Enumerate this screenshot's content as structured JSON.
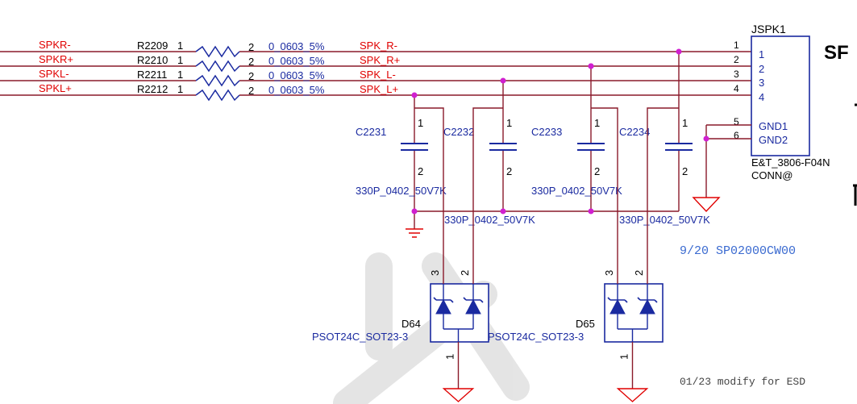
{
  "nets": [
    {
      "name": "SPKR-",
      "resistor": "R2209",
      "pin1": "1",
      "pin2": "2",
      "value": "0_0603_5%",
      "out": "SPK_R-",
      "conn_pin": "1"
    },
    {
      "name": "SPKR+",
      "resistor": "R2210",
      "pin1": "1",
      "pin2": "2",
      "value": "0_0603_5%",
      "out": "SPK_R+",
      "conn_pin": "2"
    },
    {
      "name": "SPKL-",
      "resistor": "R2211",
      "pin1": "1",
      "pin2": "2",
      "value": "0_0603_5%",
      "out": "SPK_L-",
      "conn_pin": "3"
    },
    {
      "name": "SPKL+",
      "resistor": "R2212",
      "pin1": "1",
      "pin2": "2",
      "value": "0_0603_5%",
      "out": "SPK_L+",
      "conn_pin": "4"
    }
  ],
  "capacitors": [
    {
      "ref": "C2231",
      "pin_top": "1",
      "pin_bottom": "2",
      "value": "330P_0402_50V7K"
    },
    {
      "ref": "C2232",
      "pin_top": "1",
      "pin_bottom": "2",
      "value": "330P_0402_50V7K"
    },
    {
      "ref": "C2233",
      "pin_top": "1",
      "pin_bottom": "2",
      "value": "330P_0402_50V7K"
    },
    {
      "ref": "C2234",
      "pin_top": "1",
      "pin_bottom": "2",
      "value": "330P_0402_50V7K"
    }
  ],
  "connector": {
    "ref": "JSPK1",
    "pins": [
      "1",
      "2",
      "3",
      "4"
    ],
    "gnd_pins": [
      {
        "num": "5",
        "label": "GND1"
      },
      {
        "num": "6",
        "label": "GND2"
      }
    ],
    "part": "E&T_3806-F04N",
    "option": "CONN@"
  },
  "diodes": [
    {
      "ref": "D64",
      "part": "PSOT24C_SOT23-3",
      "pin_a": "3",
      "pin_b": "2",
      "pin_c": "1"
    },
    {
      "ref": "D65",
      "part": "PSOT24C_SOT23-3",
      "pin_a": "3",
      "pin_b": "2",
      "pin_c": "1"
    }
  ],
  "notes": {
    "part_note": "9/20 SP02000CW00",
    "esd_note": "01/23 modify for ESD",
    "title_fragment": "SF"
  },
  "colors": {
    "net_red": "#e00000",
    "wire_dark": "#8a1a2a",
    "part_blue": "#1a2aa0",
    "junction": "#d020d0",
    "gnd_red": "#e00000",
    "note_blue": "#3a6ad0"
  }
}
